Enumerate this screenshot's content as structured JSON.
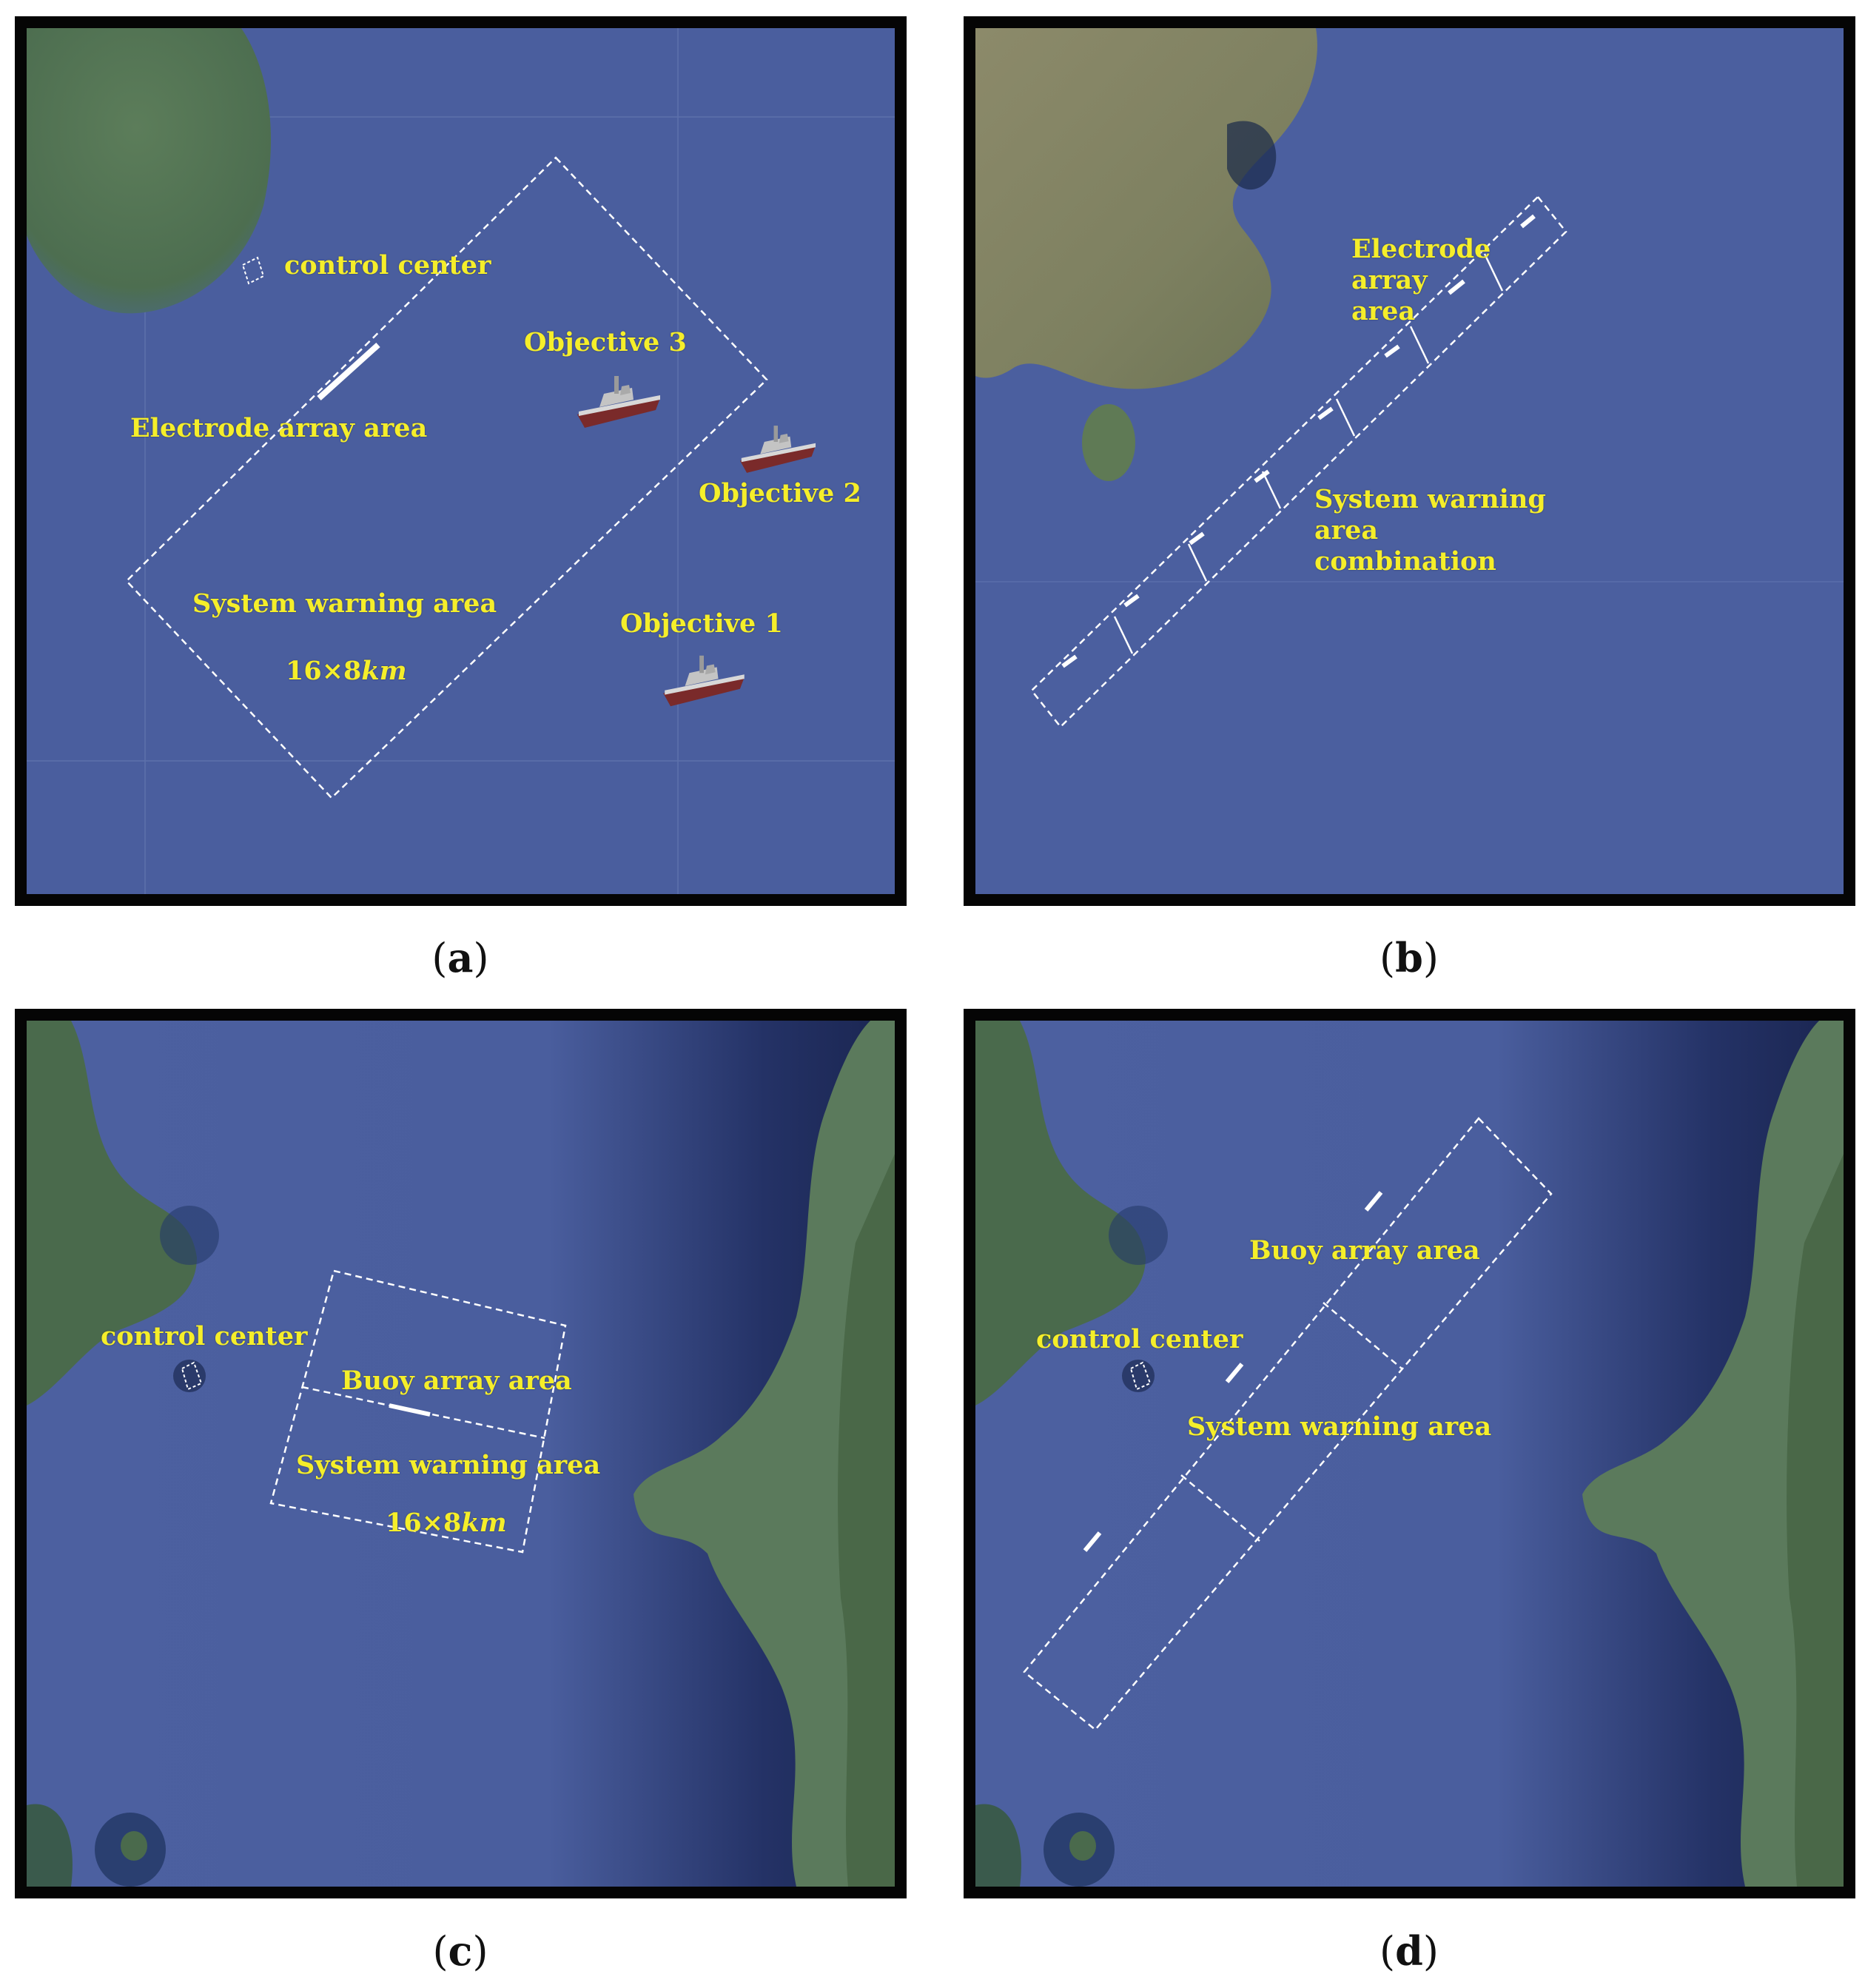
{
  "panels": {
    "a": {
      "caption_letter": "a",
      "labels": {
        "control_center": "control center",
        "electrode_array": "Electrode array area",
        "objective3": "Objective 3",
        "objective2": "Objective 2",
        "objective1": "Objective 1",
        "warning_area": "System warning area",
        "size_number": "16×8",
        "size_unit": "km"
      }
    },
    "b": {
      "caption_letter": "b",
      "labels": {
        "electrode_array": "Electrode array area",
        "warning_combination": "System warning area combination"
      }
    },
    "c": {
      "caption_letter": "c",
      "labels": {
        "control_center": "control center",
        "buoy_array": "Buoy array area",
        "warning_area": "System warning area",
        "size_number": "16×8",
        "size_unit": "km"
      }
    },
    "d": {
      "caption_letter": "d",
      "labels": {
        "control_center": "control center",
        "buoy_array": "Buoy array area",
        "warning_area": "System warning area"
      }
    }
  },
  "colors": {
    "sea": "#4a5e9e",
    "label": "#f5ee2a",
    "land_green": "#4d6e4e",
    "frame": "#050505"
  },
  "icons": [
    "warship-icon"
  ]
}
